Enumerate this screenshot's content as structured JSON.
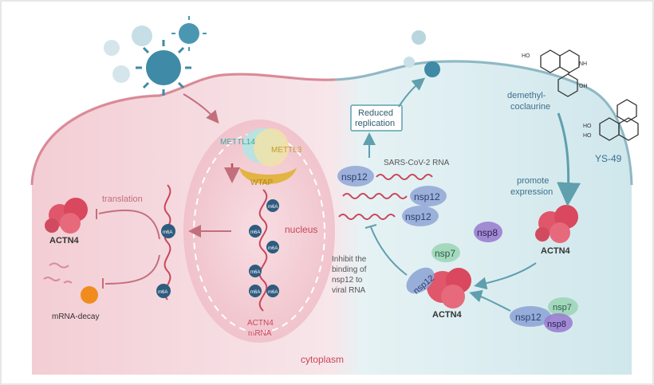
{
  "labels": {
    "translation": "translation",
    "actn4_left": "ACTN4",
    "mrna_decay": "mRNA-decay",
    "mettl14": "METTL14",
    "mettl3": "METTL3",
    "wtap": "WTAP",
    "nucleus": "nucleus",
    "actn4_mrna_line1": "ACTN4",
    "actn4_mrna_line2": "mRNA",
    "cytoplasm": "cytoplasm",
    "m6a": "m6A",
    "reduced_line1": "Reduced",
    "reduced_line2": "replication",
    "sars_rna": "SARS-CoV-2 RNA",
    "nsp12": "nsp12",
    "nsp8": "nsp8",
    "nsp7": "nsp7",
    "inhibit_line1": "Inhibit the",
    "inhibit_line2": "binding of",
    "inhibit_line3": "nsp12 to",
    "inhibit_line4": "viral RNA",
    "actn4_right_mid": "ACTN4",
    "actn4_right_bottom": "ACTN4",
    "demethyl_line1": "demethyl-",
    "demethyl_line2": "coclaurine",
    "ys49": "YS-49",
    "promote_line1": "promote",
    "promote_line2": "expression",
    "oh": "HO",
    "nh": "NH",
    "oh_right": "OH"
  },
  "colors": {
    "cell_left": "#f4d2d8",
    "cell_right": "#d6ecef",
    "membrane_left": "#d98a97",
    "membrane_right": "#8fb8c4",
    "virus": "#3f8aa6",
    "actn4": "#e0566a",
    "nsp12": "#8fa6d6",
    "nsp8": "#9a7fcf",
    "nsp7": "#9fd6b8",
    "rna_red": "#c8475a",
    "m6a": "#2f5c7e",
    "arrow_red": "#c26f7d",
    "arrow_teal": "#5f9fae",
    "ys49_text": "#3e6f8e"
  }
}
